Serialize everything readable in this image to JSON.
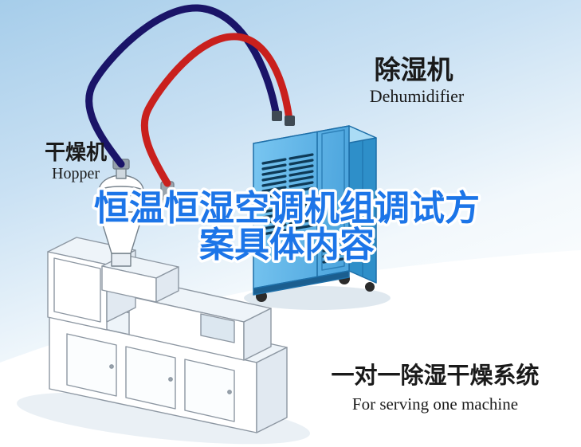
{
  "scene": {
    "labels": {
      "dehumidifier_cn": "除湿机",
      "dehumidifier_en": "Dehumidifier",
      "hopper_cn": "干燥机",
      "hopper_en": "Hopper",
      "tagline_cn": "一对一除湿干燥系统",
      "tagline_en": "For serving one machine"
    },
    "title": {
      "line1": "恒温恒湿空调机组调试方",
      "line2": "案具体内容"
    },
    "colors": {
      "title_blue": "#1c75e8",
      "title_outline": "#ffffff",
      "pipe_red": "#c9201d",
      "pipe_navy": "#1a1468",
      "machine_front": "#5fb6e9",
      "machine_side": "#2e8fc9",
      "machine_top": "#aadcf5",
      "vent_dark": "#0e3a57",
      "text_black": "#1a1a1a",
      "sky_blue": "#a6cdea"
    }
  }
}
